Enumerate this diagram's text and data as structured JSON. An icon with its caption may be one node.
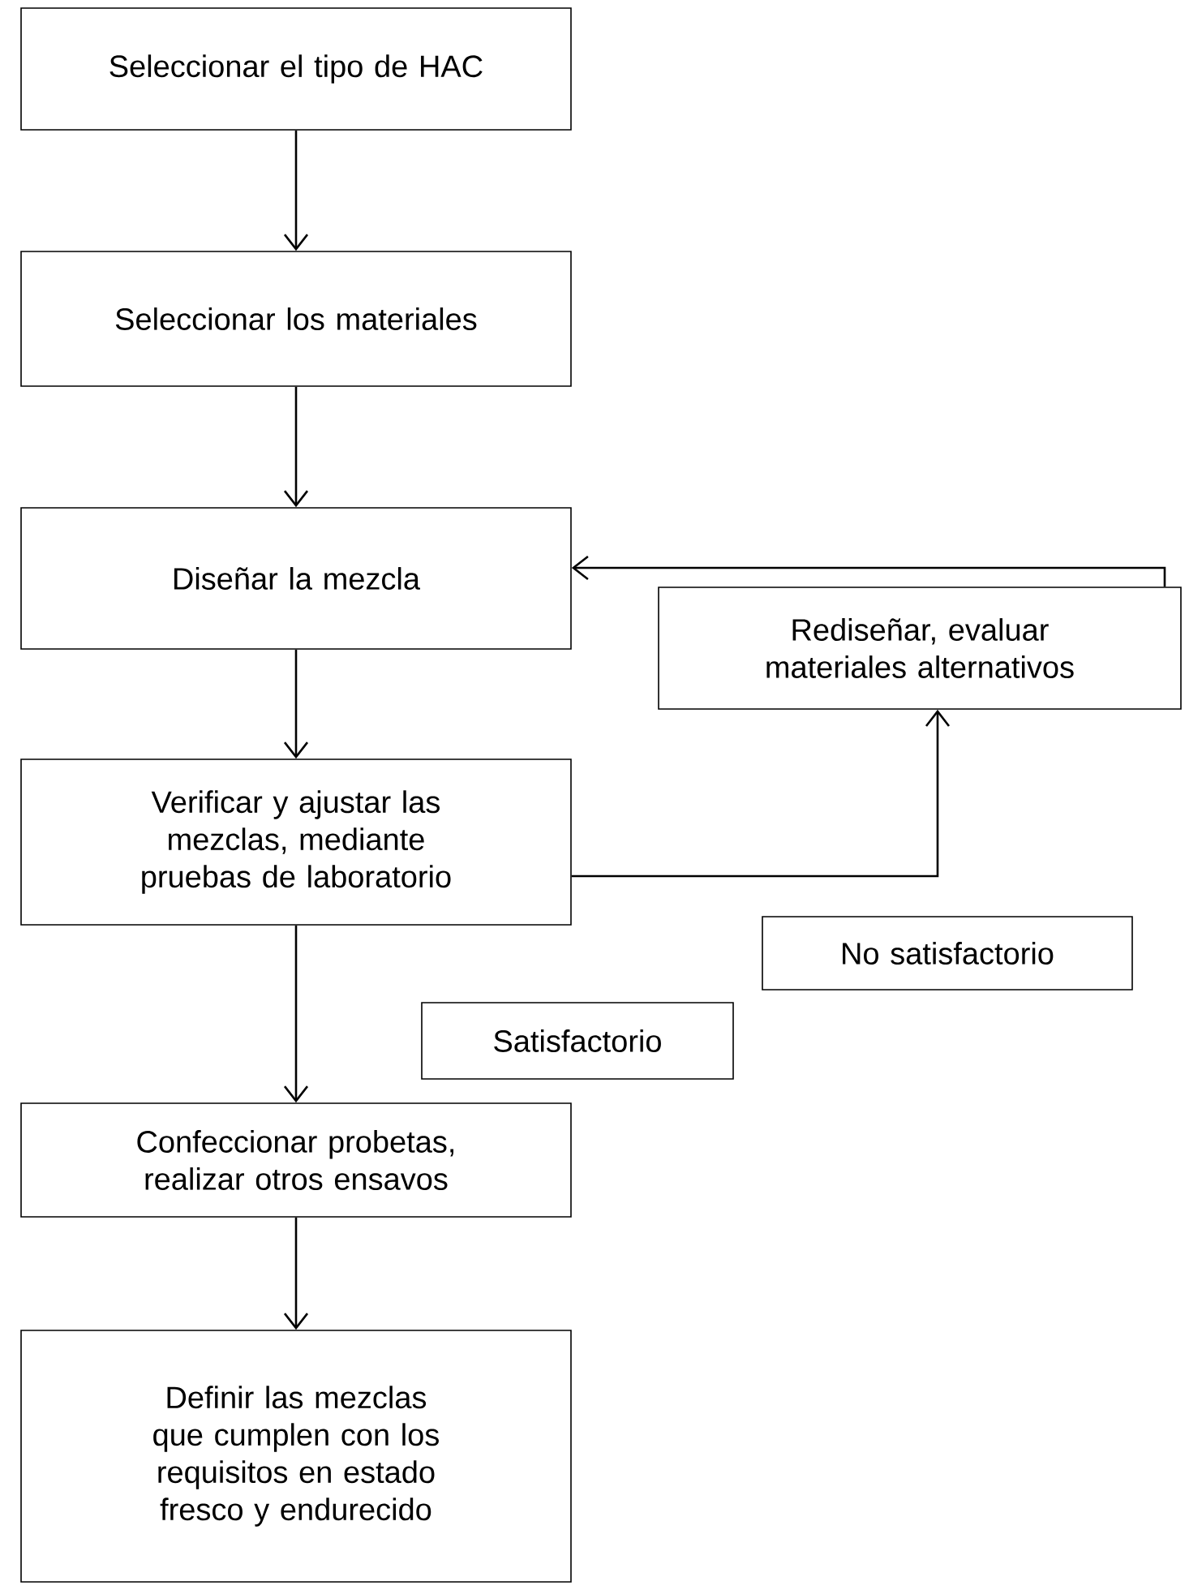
{
  "diagram": {
    "nodes": [
      {
        "text": [
          "Seleccionar el tipo de HAC"
        ]
      },
      {
        "text": [
          "Seleccionar los materiales"
        ]
      },
      {
        "text": [
          "Diseñar la mezcla"
        ]
      },
      {
        "text": [
          "Rediseñar, evaluar materiales alternativos"
        ]
      },
      {
        "text": [
          "Verificar y ajustar las mezclas, mediante pruebas de laboratorio"
        ]
      },
      {
        "text": [
          "No satisfactorio"
        ]
      },
      {
        "text": [
          "Satisfactorio"
        ]
      },
      {
        "text": [
          "Confeccionar probetas, realizar otros ensavos"
        ]
      },
      {
        "text": [
          "Definir las mezclas que cumplen con los requisitos en estado fresco y endurecido"
        ]
      }
    ],
    "edges": [
      {
        "from": 0,
        "to": 1,
        "arrow": "to"
      },
      {
        "from": 1,
        "to": 2,
        "arrow": "to"
      },
      {
        "from": 2,
        "to": 4,
        "arrow": "to"
      },
      {
        "from": 4,
        "to": 3,
        "arrow": "to"
      },
      {
        "from": 3,
        "to": 2,
        "arrow": "to"
      },
      {
        "from": 4,
        "to": 7,
        "arrow": "to"
      },
      {
        "from": 7,
        "to": 8,
        "arrow": "to"
      }
    ]
  }
}
